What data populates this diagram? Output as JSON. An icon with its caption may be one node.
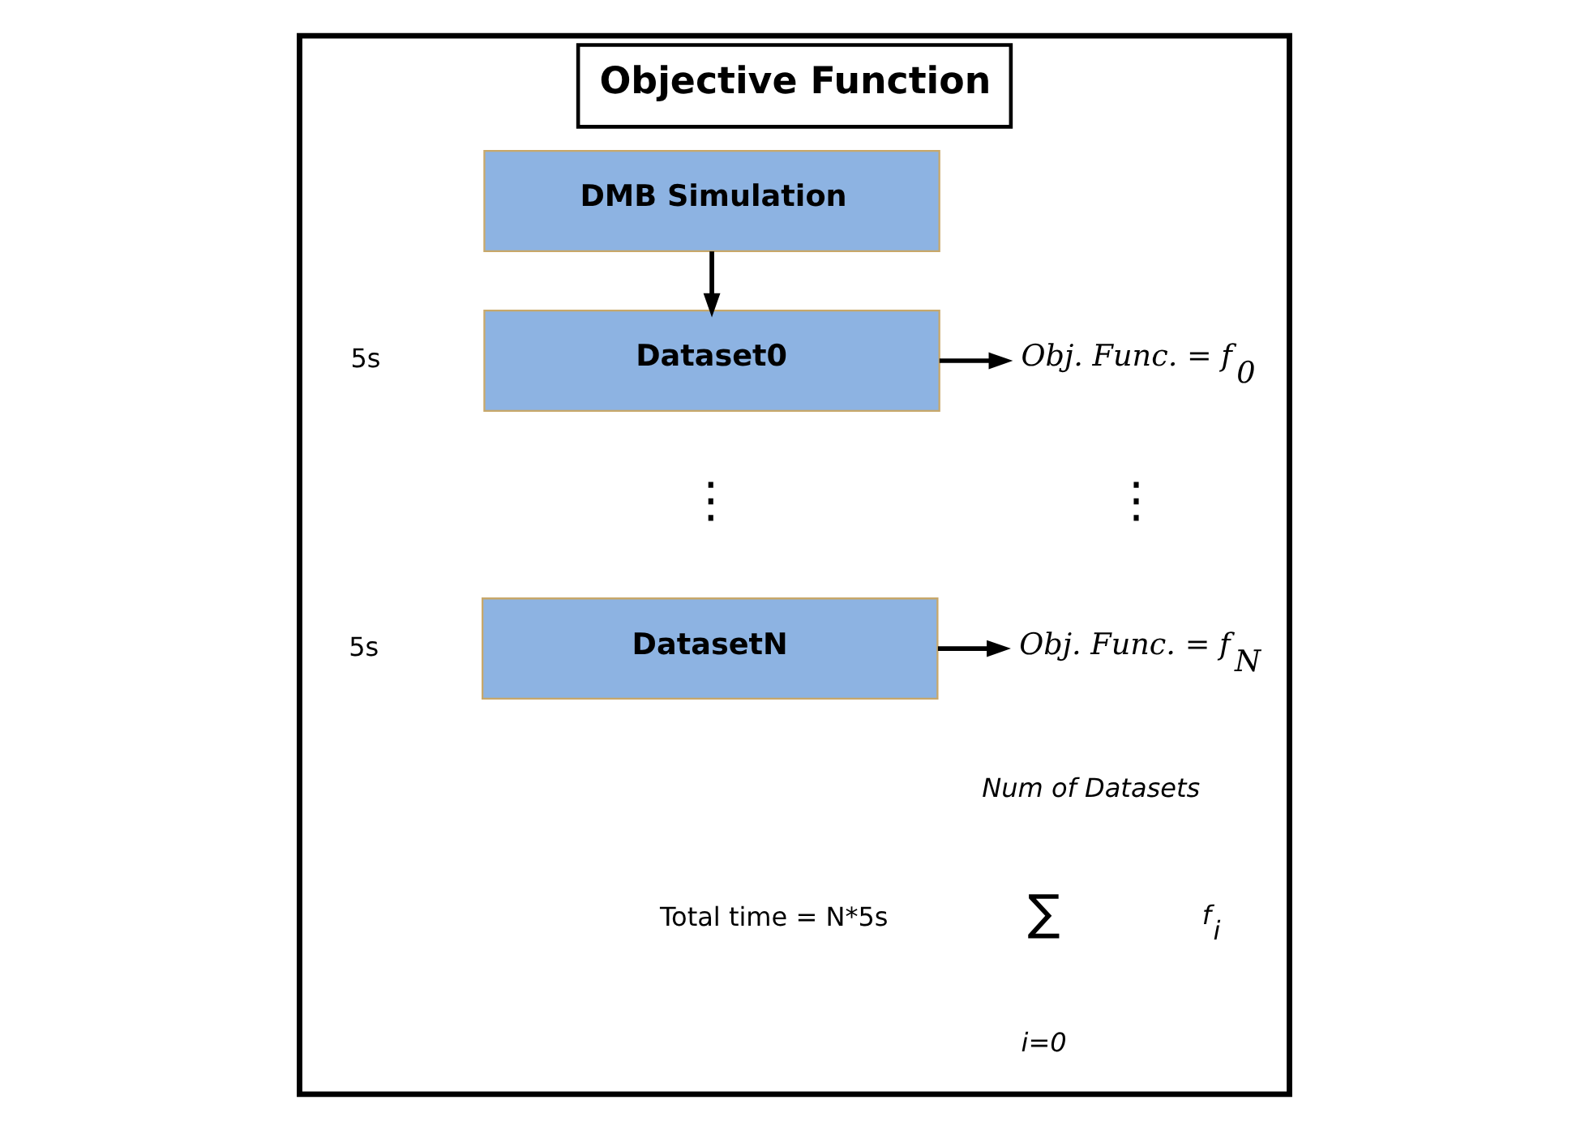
{
  "diagram": {
    "nodes": [
      {
        "text": [
          "Objective Function"
        ]
      },
      {
        "text": [
          "DMB Simulation"
        ],
        "in": 0
      },
      {
        "text": [
          "Dataset0"
        ],
        "in": 0,
        "beside": [
          "5s"
        ]
      },
      {
        "text": [
          "DatasetN"
        ],
        "in": 0,
        "beside": [
          "5s"
        ]
      },
      {
        "text": [
          "Obj. Func. = f$_{0}$"
        ],
        "in": 0
      },
      {
        "text": [
          "Obj. Func. = f$_{N}$"
        ],
        "in": 0
      }
    ],
    "edges": [
      {
        "from": 1,
        "to": 2,
        "arrow": "to"
      },
      {
        "from": 2,
        "to": 4,
        "arrow": "to"
      },
      {
        "from": 3,
        "to": 5,
        "arrow": "to"
      }
    ],
    "labels": [
      "⋮",
      "⋮",
      "Total time = N*5s",
      "Num of Datasets",
      "∑",
      "i=0",
      "f$_{i}$"
    ]
  }
}
